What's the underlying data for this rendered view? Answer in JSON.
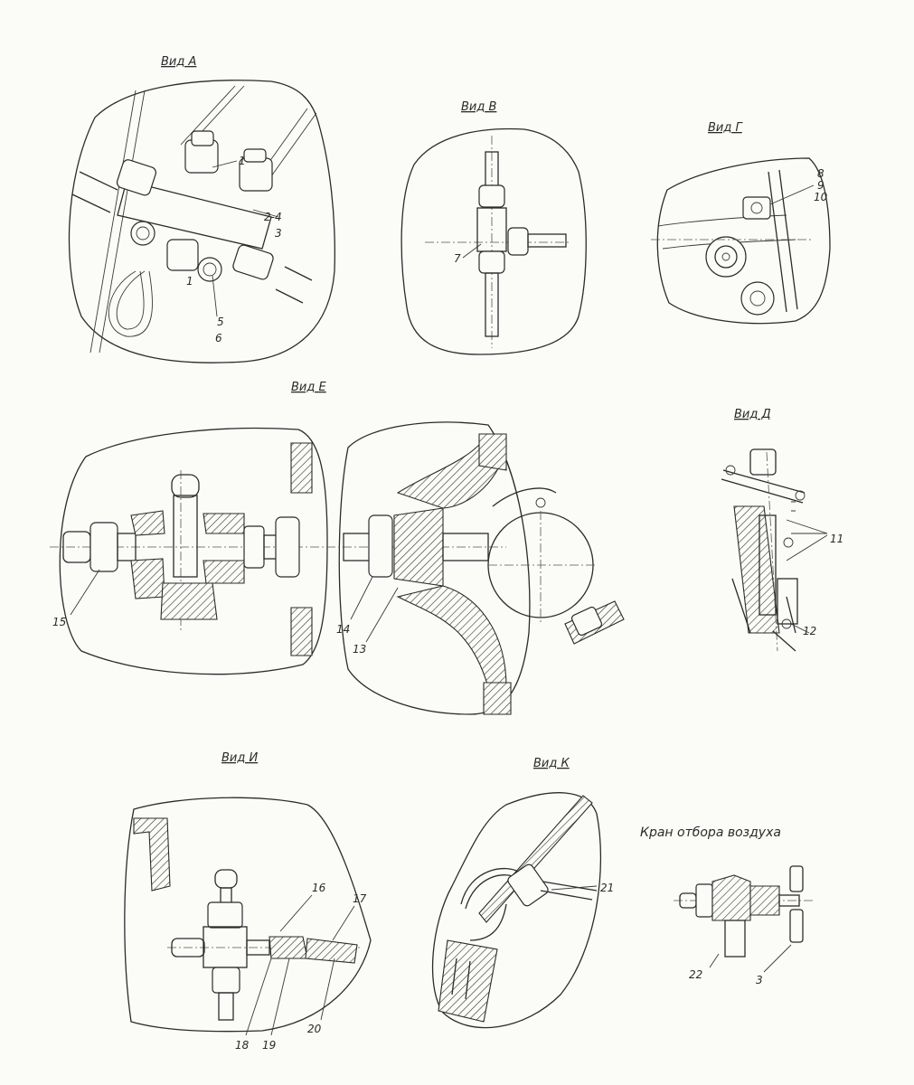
{
  "views": {
    "a": {
      "title": "Вид А",
      "callouts": [
        "1",
        "2-4",
        "5",
        "6",
        "1",
        "3"
      ]
    },
    "v": {
      "title": "Вид В",
      "callouts": [
        "7"
      ]
    },
    "g": {
      "title": "Вид Г",
      "callouts": [
        "8",
        "9",
        "10"
      ]
    },
    "e": {
      "title": "Вид Е",
      "callouts": [
        "15",
        "14",
        "13"
      ]
    },
    "d": {
      "title": "Вид Д",
      "callouts": [
        "11",
        "12"
      ]
    },
    "i": {
      "title": "Вид И",
      "callouts": [
        "16",
        "17",
        "18",
        "19",
        "20"
      ]
    },
    "k": {
      "title": "Вид К",
      "callouts": [
        "21"
      ]
    },
    "valve": {
      "title": "Кран отбора воздуха",
      "callouts": [
        "22",
        "3"
      ]
    }
  }
}
